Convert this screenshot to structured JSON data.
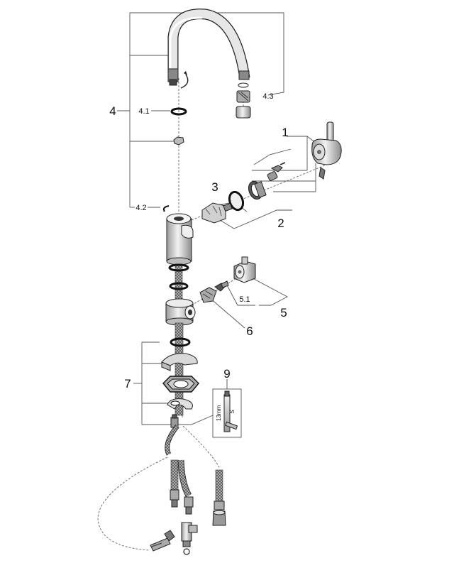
{
  "labels": {
    "p1": "1",
    "p2": "2",
    "p3": "3",
    "p4": "4",
    "p4_1": "4.1",
    "p4_2": "4.2",
    "p4_3": "4.3",
    "p5": "5",
    "p5_1": "5.1",
    "p6": "6",
    "p7": "7",
    "p9": "9",
    "tool_size": "13mm",
    "tool_mark": "S"
  },
  "colors": {
    "line": "#555555",
    "part_fill": "#d9d9d9",
    "part_dark": "#8a8a8a",
    "part_stroke": "#222222"
  }
}
